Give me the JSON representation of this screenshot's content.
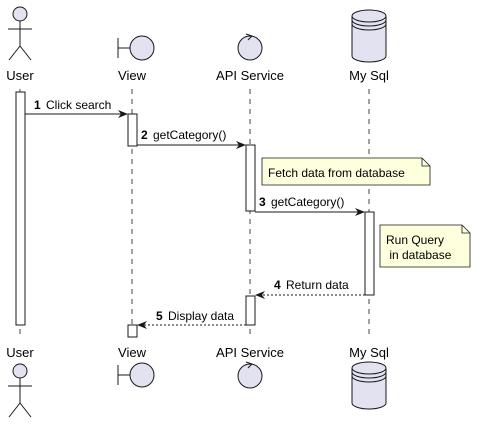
{
  "diagram": {
    "type": "sequence",
    "colors": {
      "participant_fill": "#E2E2F0",
      "participant_stroke": "#181818",
      "lifeline": "#181818",
      "activation_fill": "#FFFFFF",
      "note_fill": "#FEFFDD",
      "note_stroke": "#181818"
    },
    "participants": [
      {
        "id": "user",
        "label": "User",
        "shape": "actor-icon"
      },
      {
        "id": "view",
        "label": "View",
        "shape": "boundary-icon"
      },
      {
        "id": "api",
        "label": "API Service",
        "shape": "control-icon"
      },
      {
        "id": "db",
        "label": "My Sql",
        "shape": "database-icon"
      }
    ],
    "messages": [
      {
        "num": "1",
        "label": "Click search",
        "from": "user",
        "to": "view",
        "style": "solid"
      },
      {
        "num": "2",
        "label": "getCategory()",
        "from": "view",
        "to": "api",
        "style": "solid"
      },
      {
        "num": "3",
        "label": "getCategory()",
        "from": "api",
        "to": "db",
        "style": "solid"
      },
      {
        "num": "4",
        "label": "Return data",
        "from": "db",
        "to": "api",
        "style": "dashed"
      },
      {
        "num": "5",
        "label": "Display data",
        "from": "api",
        "to": "view",
        "style": "dashed"
      }
    ],
    "notes": [
      {
        "lines": [
          "Fetch data from database"
        ],
        "over": "api"
      },
      {
        "lines": [
          "Run Query",
          " in database"
        ],
        "over": "db"
      }
    ]
  }
}
